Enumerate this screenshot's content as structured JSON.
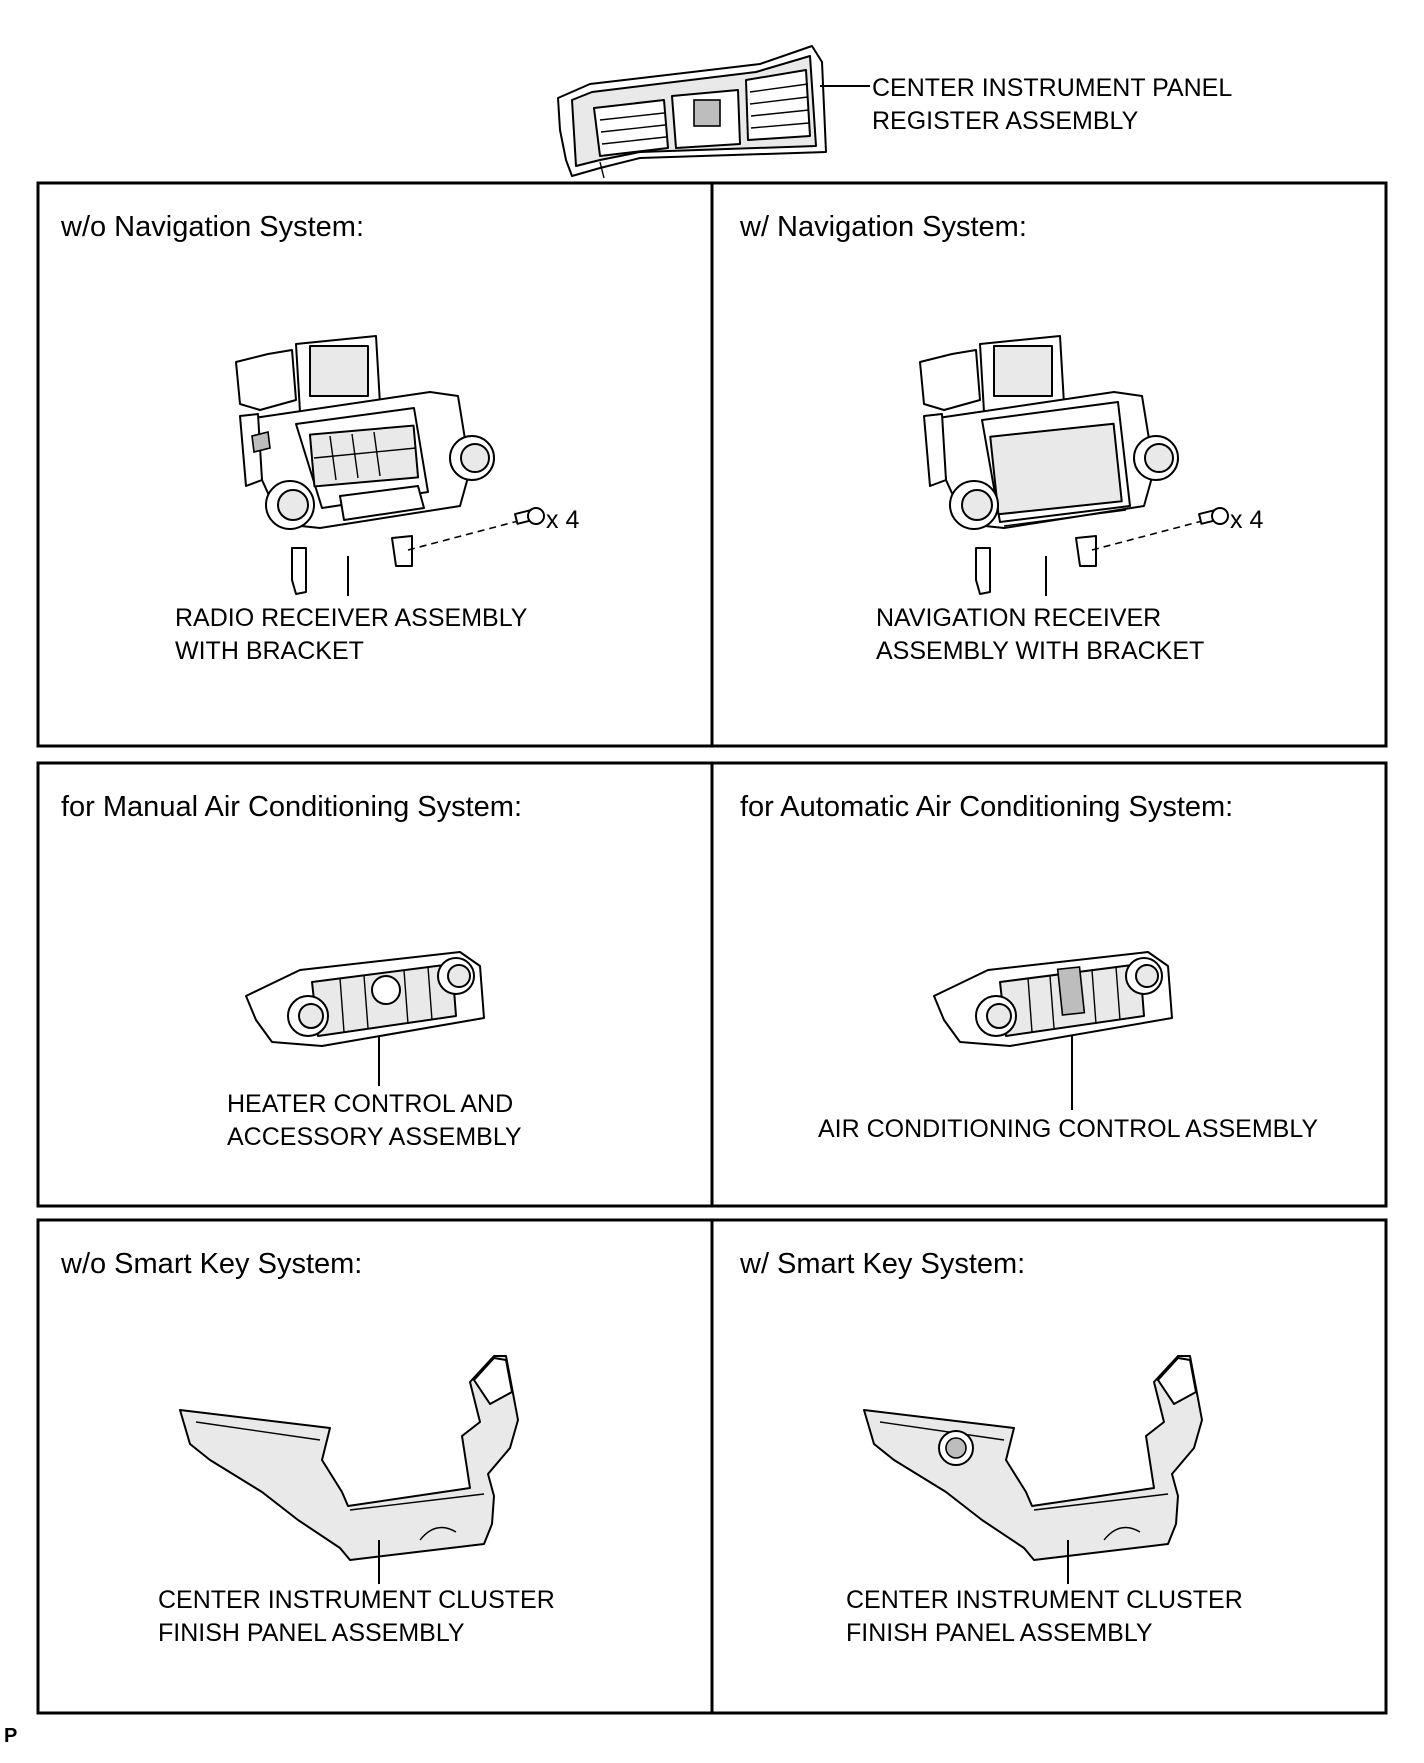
{
  "top_part": {
    "label_line1": "CENTER INSTRUMENT PANEL",
    "label_line2": "REGISTER ASSEMBLY"
  },
  "panels": [
    {
      "heading": "w/o Navigation System:",
      "label_line1": "RADIO RECEIVER ASSEMBLY",
      "label_line2": "WITH BRACKET",
      "qty": "x 4"
    },
    {
      "heading": "w/ Navigation System:",
      "label_line1": "NAVIGATION RECEIVER",
      "label_line2": "ASSEMBLY WITH BRACKET",
      "qty": "x 4"
    },
    {
      "heading": "for Manual Air Conditioning System:",
      "label_line1": "HEATER CONTROL AND",
      "label_line2": "ACCESSORY ASSEMBLY"
    },
    {
      "heading": "for Automatic Air Conditioning System:",
      "label_line1": "AIR CONDITIONING CONTROL ASSEMBLY"
    },
    {
      "heading": "w/o Smart Key System:",
      "label_line1": "CENTER INSTRUMENT CLUSTER",
      "label_line2": "FINISH PANEL ASSEMBLY"
    },
    {
      "heading": "w/ Smart Key System:",
      "label_line1": "CENTER INSTRUMENT CLUSTER",
      "label_line2": "FINISH PANEL ASSEMBLY"
    }
  ],
  "corner_mark": "P"
}
